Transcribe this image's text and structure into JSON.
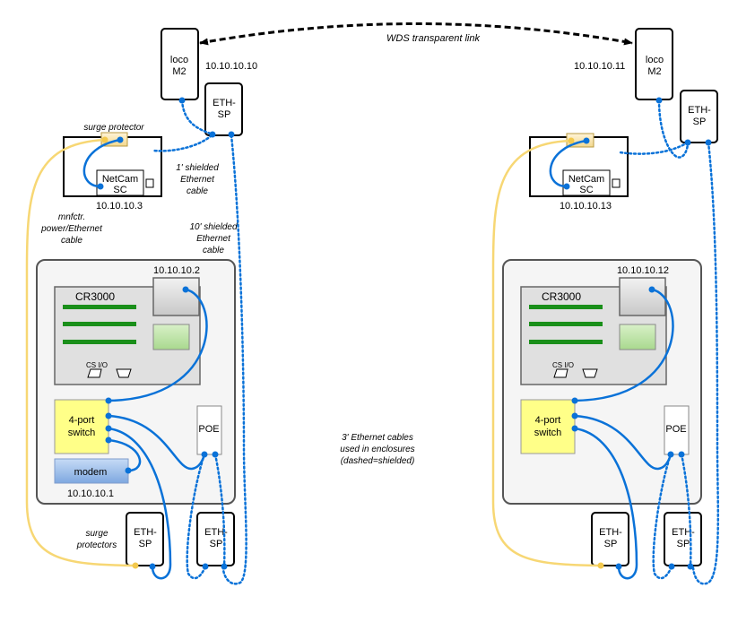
{
  "diagram": {
    "link_label": "WDS transparent link",
    "left": {
      "loco": {
        "line1": "loco",
        "line2": "M2",
        "ip": "10.10.10.10"
      },
      "eth_sp_top": {
        "line1": "ETH-",
        "line2": "SP"
      },
      "surge_protector_label": "surge protector",
      "netcam": {
        "line1": "NetCam",
        "line2": "SC",
        "ip": "10.10.10.3"
      },
      "cable_1ft": [
        "1' shielded",
        "Ethernet",
        "cable"
      ],
      "cable_10ft": [
        "10' shielded",
        "Ethernet",
        "cable"
      ],
      "power_cable": [
        "mnfctr.",
        "power/Ethernet",
        "cable"
      ],
      "cr3000": {
        "label": "CR3000",
        "ip": "10.10.10.2",
        "io_label": "CS I/O"
      },
      "switch": {
        "line1": "4-port",
        "line2": "switch"
      },
      "poe": "POE",
      "modem": {
        "label": "modem",
        "ip": "10.10.10.1"
      },
      "surge_protectors_label": [
        "surge",
        "protectors"
      ],
      "eth_sp_bottom_a": {
        "line1": "ETH-",
        "line2": "SP"
      },
      "eth_sp_bottom_b": {
        "line1": "ETH-",
        "line2": "SP"
      }
    },
    "right": {
      "loco": {
        "line1": "loco",
        "line2": "M2",
        "ip": "10.10.10.11"
      },
      "eth_sp_top": {
        "line1": "ETH-",
        "line2": "SP"
      },
      "netcam": {
        "line1": "NetCam",
        "line2": "SC",
        "ip": "10.10.10.13"
      },
      "cr3000": {
        "label": "CR3000",
        "ip": "10.10.10.12",
        "io_label": "CS I/O"
      },
      "switch": {
        "line1": "4-port",
        "line2": "switch"
      },
      "poe": "POE",
      "eth_sp_bottom_a": {
        "line1": "ETH-",
        "line2": "SP"
      },
      "eth_sp_bottom_b": {
        "line1": "ETH-",
        "line2": "SP"
      }
    },
    "center_note": [
      "3' Ethernet cables",
      "used in enclosures",
      "(dashed=shielded)"
    ],
    "colors": {
      "cable_blue": "#0a72d8",
      "power_yellow": "#f7d774",
      "switch_fill": "#ffff88",
      "green_bar": "#1a8f1a",
      "modem_fill": "#8fb4e6"
    }
  }
}
